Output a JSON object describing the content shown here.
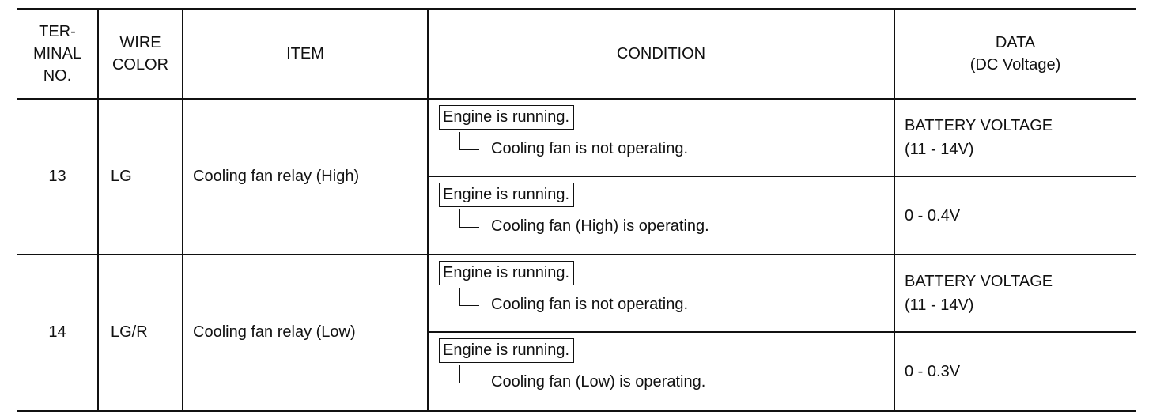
{
  "headers": {
    "terminal": [
      "TER-",
      "MINAL",
      "NO."
    ],
    "wire": [
      "WIRE",
      "COLOR"
    ],
    "item": "ITEM",
    "condition": "CONDITION",
    "data": [
      "DATA",
      "(DC Voltage)"
    ]
  },
  "rows": [
    {
      "terminal": "13",
      "wire": "LG",
      "item": "Cooling fan relay (High)",
      "conditions": [
        {
          "main": "Engine is running.",
          "sub": "Cooling fan is not operating.",
          "data": [
            "BATTERY VOLTAGE",
            "(11 - 14V)"
          ]
        },
        {
          "main": "Engine is running.",
          "sub": "Cooling fan (High) is operating.",
          "data": [
            "0 - 0.4V"
          ]
        }
      ]
    },
    {
      "terminal": "14",
      "wire": "LG/R",
      "item": "Cooling fan relay (Low)",
      "conditions": [
        {
          "main": "Engine is running.",
          "sub": "Cooling fan is not operating.",
          "data": [
            "BATTERY VOLTAGE",
            "(11 - 14V)"
          ]
        },
        {
          "main": "Engine is running.",
          "sub": "Cooling fan (Low) is operating.",
          "data": [
            "0 - 0.3V"
          ]
        }
      ]
    }
  ]
}
